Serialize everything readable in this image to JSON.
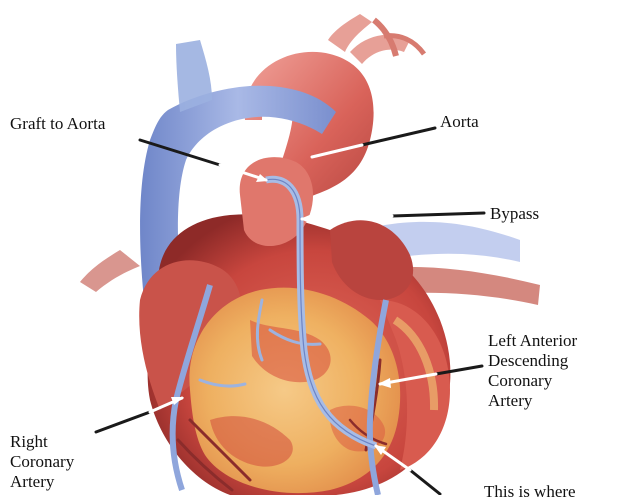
{
  "labels": {
    "graft_to_aorta": "Graft to Aorta",
    "aorta": "Aorta",
    "bypass": "Bypass",
    "left_anterior_descending": "Left Anterior\nDescending\nCoronary\nArtery",
    "right_coronary_artery": "Right\nCoronary\nArtery",
    "this_is_where": "This is where"
  },
  "colors": {
    "heart_muscle": "#c8463e",
    "heart_dark": "#8e2a28",
    "fat_tissue": "#f0b562",
    "vein_blue": "#8a9fd8",
    "graft_blue": "#9db3df",
    "pointer_line": "#1a1a1a",
    "pointer_white": "#ffffff"
  }
}
